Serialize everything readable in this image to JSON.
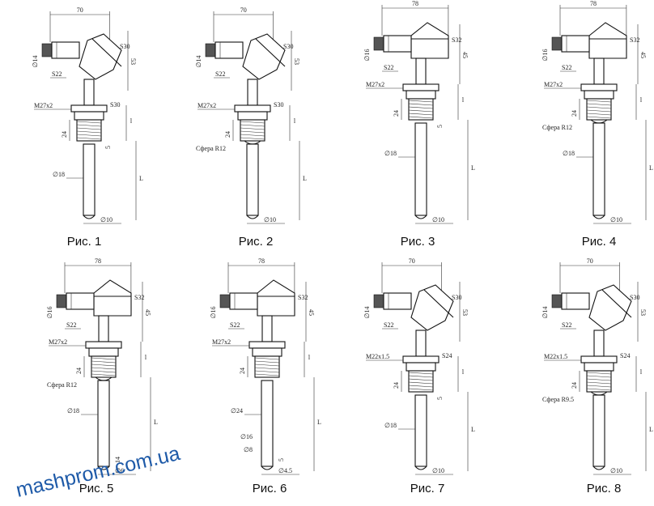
{
  "watermark": "mashprom.com.ua",
  "figures": [
    {
      "caption": "Рис. 1",
      "width_dim": "70",
      "width_mm": 70,
      "head": "angled",
      "labels": {
        "gland": "∅14",
        "gland_nut": "S22",
        "head_key": "S30",
        "head_height": "53",
        "thread": "M27x2",
        "thread_key": "S30",
        "thread_len": "24",
        "fitting": "5",
        "insert_len": "l",
        "sheath": "∅18",
        "length": "L",
        "tip": "∅10"
      }
    },
    {
      "caption": "Рис. 2",
      "width_dim": "70",
      "width_mm": 70,
      "head": "angled",
      "labels": {
        "gland": "∅14",
        "gland_nut": "S22",
        "head_key": "S30",
        "head_height": "53",
        "thread": "M27x2",
        "thread_key": "S30",
        "thread_len": "24",
        "insert_len": "l",
        "sphere": "Сфера R12",
        "length": "L",
        "tip": "∅10"
      }
    },
    {
      "caption": "Рис. 3",
      "width_dim": "78",
      "width_mm": 78,
      "head": "straight",
      "labels": {
        "gland": "∅16",
        "gland_nut": "S22",
        "head_key": "S32",
        "head_height": "45",
        "thread": "M27x2",
        "thread_len": "24",
        "fitting": "5",
        "insert_len": "l",
        "sheath": "∅18",
        "length": "L",
        "tip": "∅10"
      }
    },
    {
      "caption": "Рис. 4",
      "width_dim": "78",
      "width_mm": 78,
      "head": "straight",
      "labels": {
        "gland": "∅16",
        "gland_nut": "S22",
        "head_key": "S32",
        "head_height": "45",
        "thread": "M27x2",
        "thread_len": "24",
        "insert_len": "l",
        "sphere": "Сфера R12",
        "sheath": "∅18",
        "length": "L",
        "tip": "∅10"
      }
    },
    {
      "caption": "Рис. 5",
      "width_dim": "78",
      "width_mm": 78,
      "head": "straight",
      "labels": {
        "gland": "∅16",
        "gland_nut": "S22",
        "head_key": "S32",
        "head_height": "45",
        "thread": "M27x2",
        "thread_len": "24",
        "insert_len": "l",
        "sphere": "Сфера R12",
        "sheath": "∅18",
        "length": "L",
        "tip": "∅6",
        "tip_len": "14"
      }
    },
    {
      "caption": "Рис. 6",
      "width_dim": "78",
      "width_mm": 78,
      "head": "straight",
      "labels": {
        "gland": "∅16",
        "gland_nut": "S22",
        "head_key": "S32",
        "head_height": "45",
        "thread": "M27x2",
        "thread_len": "24",
        "insert_len": "l",
        "sheath": "∅24",
        "mid": "∅16",
        "sheath2": "∅8",
        "length": "L",
        "tip": "∅4.5",
        "tip_len": "5"
      }
    },
    {
      "caption": "Рис. 7",
      "width_dim": "70",
      "width_mm": 70,
      "head": "angled",
      "labels": {
        "gland": "∅14",
        "gland_nut": "S22",
        "head_key": "S30",
        "head_height": "53",
        "thread": "M22x1.5",
        "thread_key": "S24",
        "thread_len": "24",
        "fitting": "5",
        "insert_len": "l",
        "sheath": "∅18",
        "length": "L",
        "tip": "∅10"
      }
    },
    {
      "caption": "Рис. 8",
      "width_dim": "70",
      "width_mm": 70,
      "head": "angled",
      "labels": {
        "gland": "∅14",
        "gland_nut": "S22",
        "head_key": "S30",
        "head_height": "53",
        "thread": "M22x1.5",
        "thread_key": "S24",
        "thread_len": "24",
        "insert_len": "l",
        "sphere": "Сфера R9.5",
        "length": "L",
        "tip": "∅10"
      }
    }
  ]
}
